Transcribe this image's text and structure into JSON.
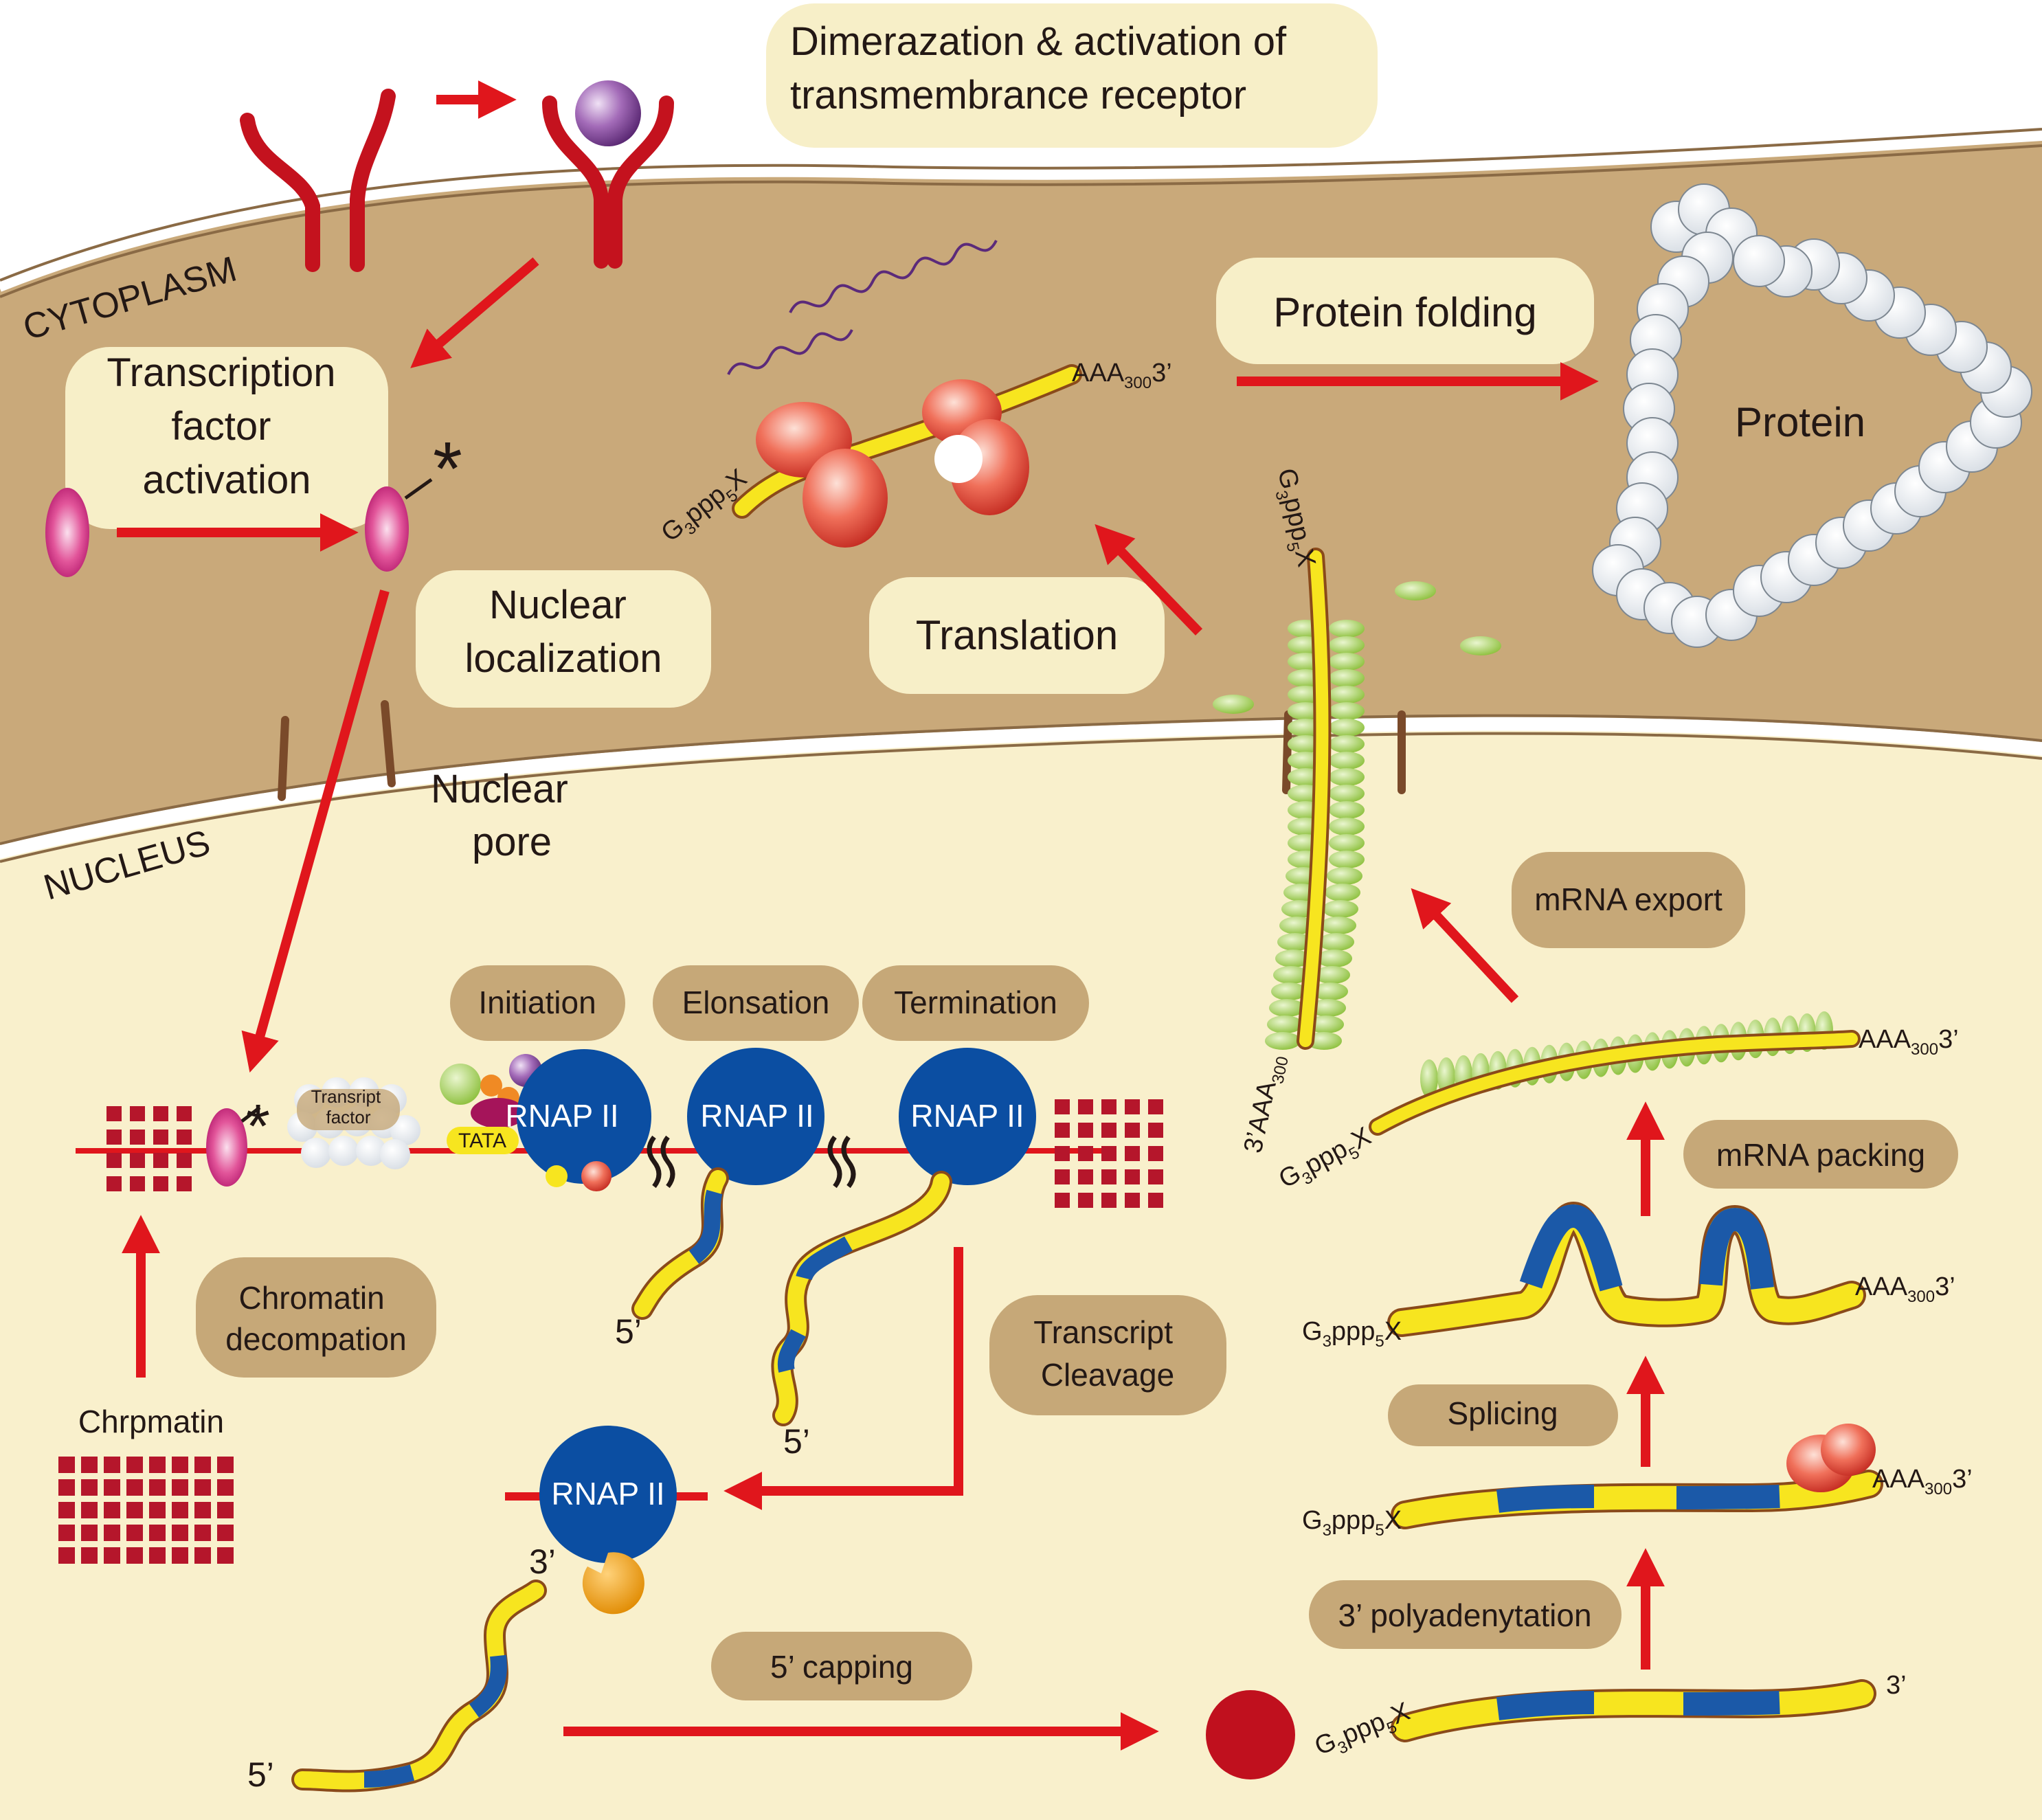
{
  "regions": {
    "cytoplasm": "CYTOPLASM",
    "nucleus": "NUCLEUS"
  },
  "steps": {
    "dimerization": [
      "Dimerazation & activation of",
      "transmembrance receptor"
    ],
    "tf_activation": [
      "Transcription",
      "factor",
      "activation"
    ],
    "nuclear_localization": [
      "Nuclear",
      "localization"
    ],
    "translation": "Translation",
    "protein_folding": "Protein folding",
    "protein": "Protein",
    "mrna_export": "mRNA export",
    "mrna_packing": "mRNA packing",
    "splicing": "Splicing",
    "polyadenylation": "3’ polyadenytation",
    "capping": "5’ capping",
    "transcript_cleavage": [
      "Transcript",
      "Cleavage"
    ],
    "chromatin_decompaction": [
      "Chromatin",
      "decompation"
    ],
    "chromatin": "Chrpmatin",
    "initiation": "Initiation",
    "elongation": "Elonsation",
    "termination": "Termination",
    "nuclear_pore": [
      "Nuclear",
      "pore"
    ]
  },
  "labels": {
    "rnap": "RNAP II",
    "tata": "TATA",
    "transcript_factor": [
      "Transript",
      "factor"
    ],
    "five_prime": "5’",
    "three_prime": "3’",
    "asterisk": "*",
    "cap_prefix": "G",
    "cap_mid": "ppp",
    "cap_suffix": "X",
    "cap_sub3": "3",
    "cap_sub5": "5",
    "polya_prefix": "AAA",
    "polya_sub": "300",
    "polya_suffix": "3’",
    "polya_left": "3’AAA"
  },
  "colors": {
    "cytoplasm": "#c9a97a",
    "nucleus": "#f9f0cc",
    "label_box": "#f7efc8",
    "tan_box": "#c6a878",
    "arrow": "#e0161c",
    "rnap": "#0b4ea2",
    "mrna_yellow": "#f7e51f",
    "mrna_blue": "#1b59a8",
    "chromatin": "#b5162b",
    "receptor": "#c4121e",
    "protein_bead": "#ffffff",
    "beads_green": "#9cc74a",
    "cap": "#c0101e"
  }
}
